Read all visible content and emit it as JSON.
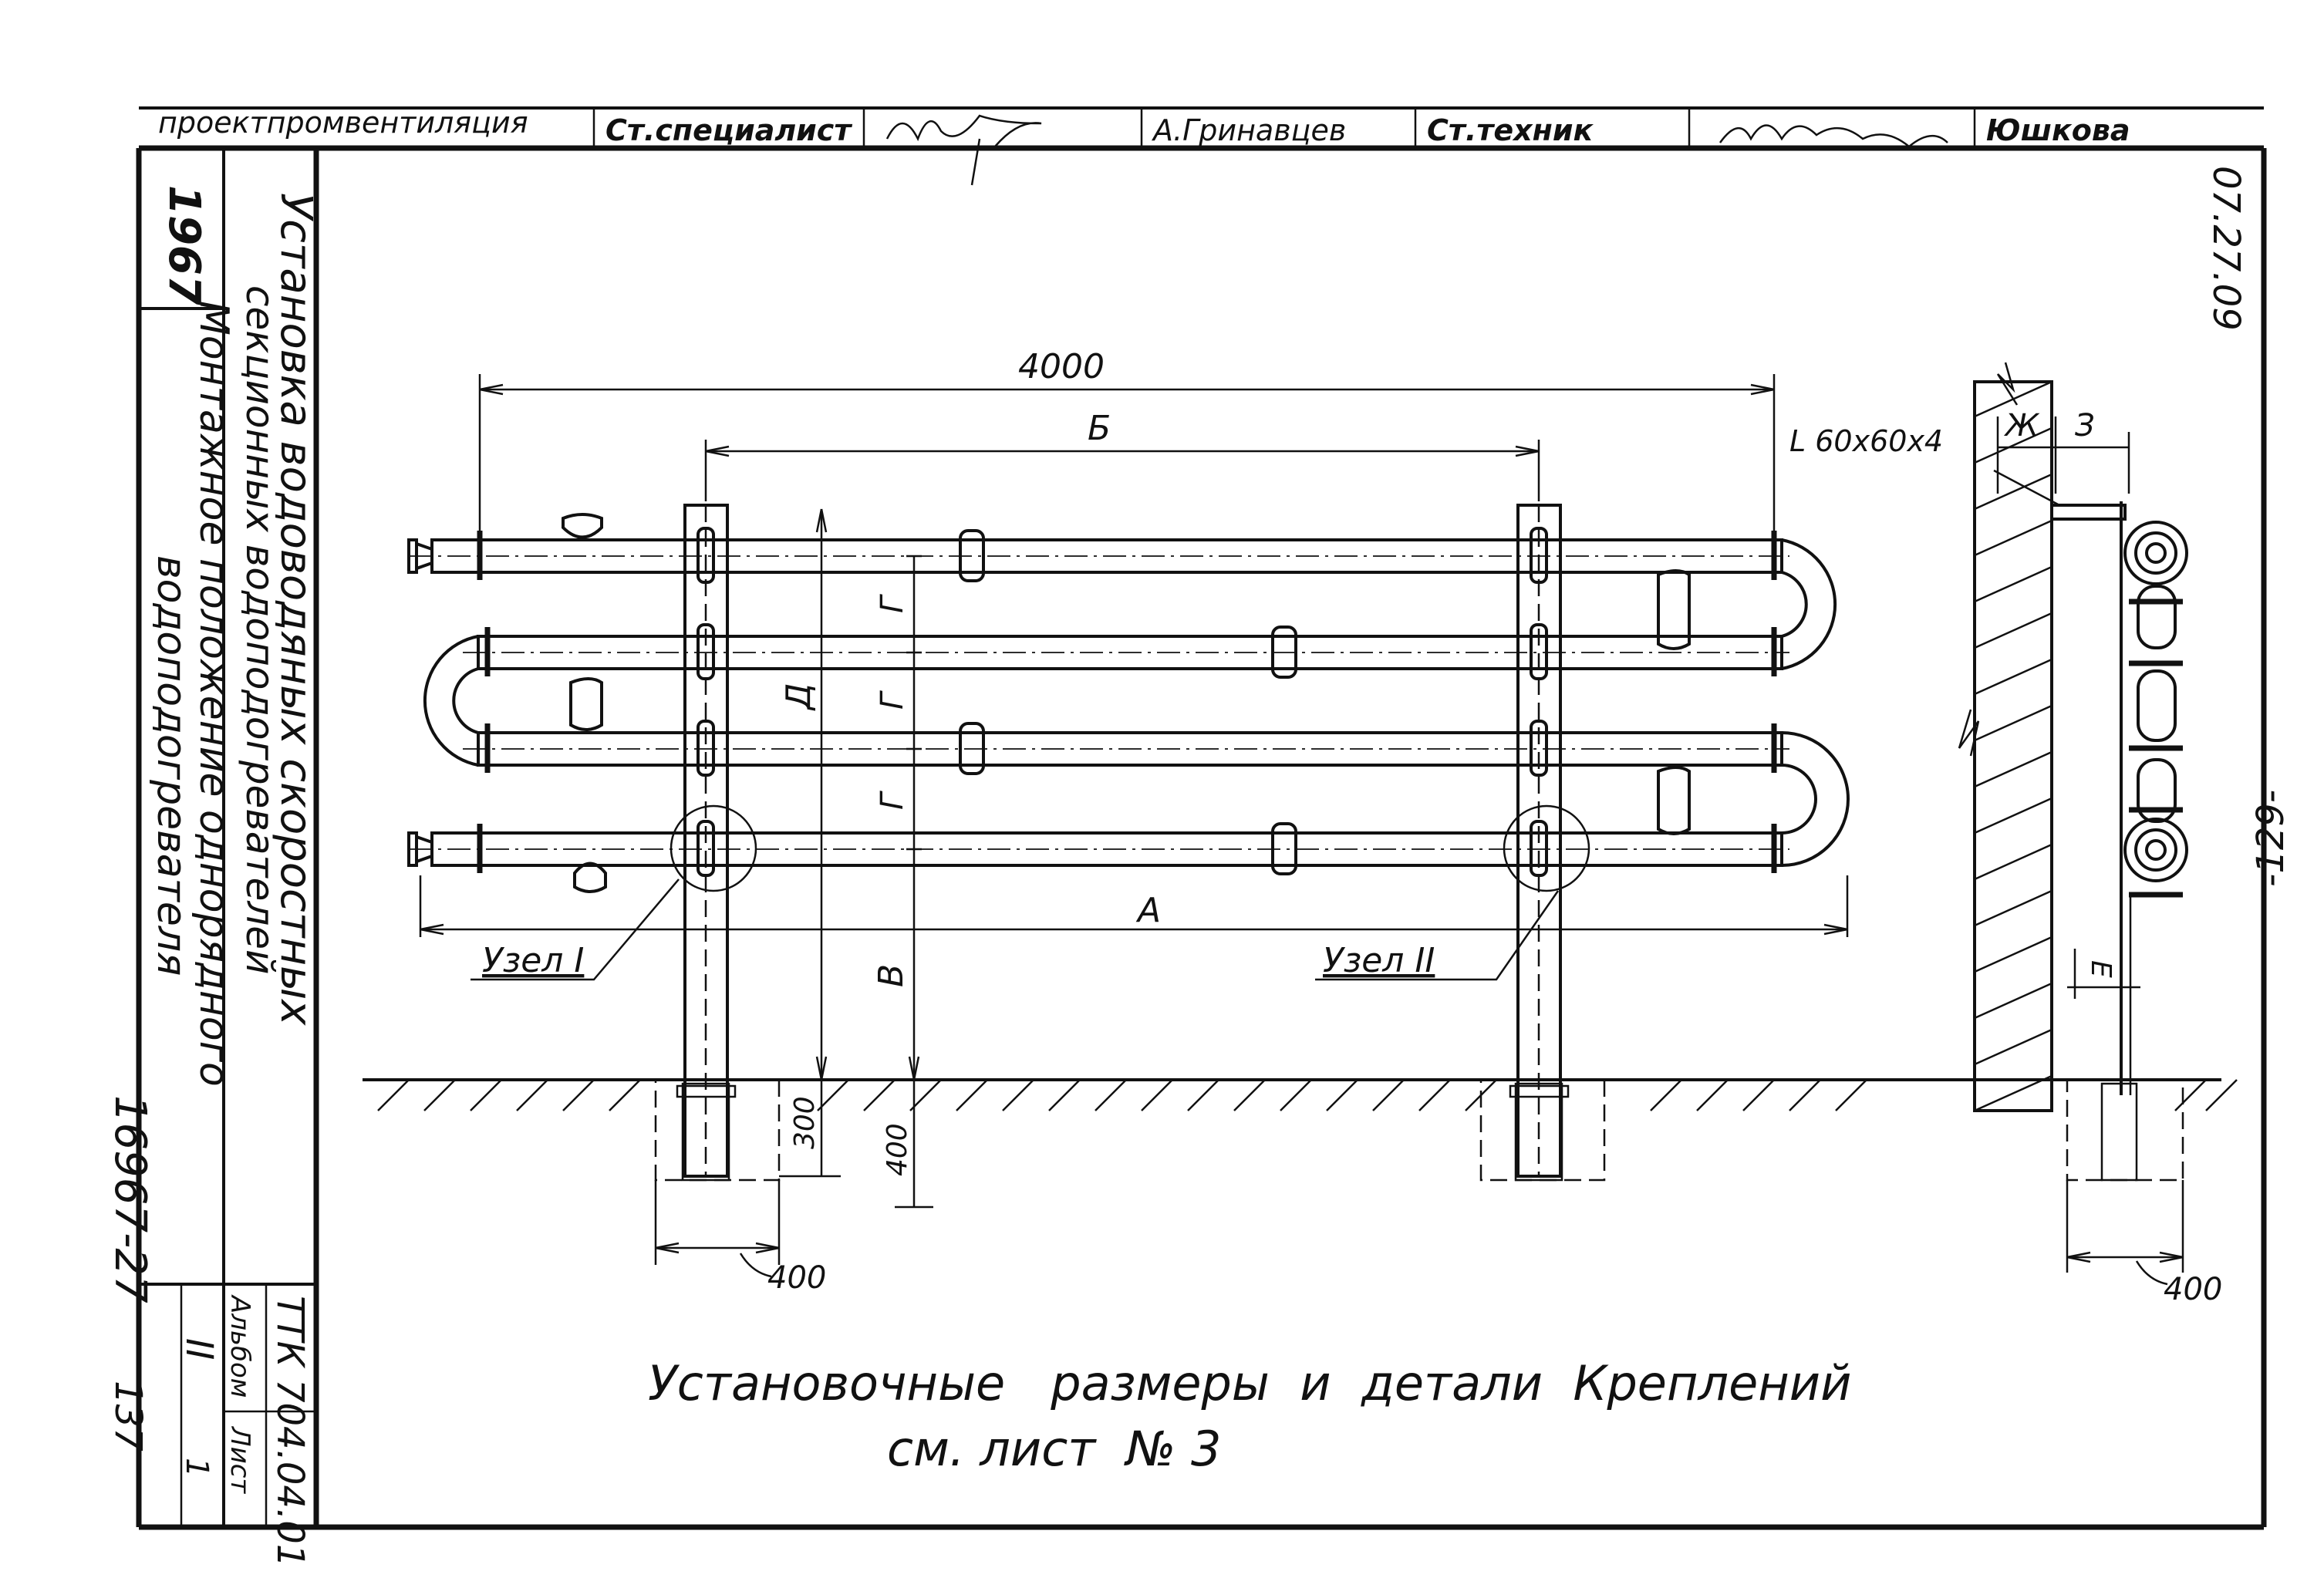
{
  "title_block": {
    "org": "проектпромвентиляция",
    "role_1": "Ст.специалист",
    "name_1": "А.Гринавцев",
    "role_2": "Ст.техник",
    "name_2": "Юшкова",
    "year": "1967",
    "sheet_title_1": "Установка водоводяных скоростных",
    "sheet_title_2": "секционных водоподогревателей",
    "sheet_title_3": "Монтажное положение однорядного",
    "sheet_title_4": "водоподогревателя",
    "series": "ТТК 704.04.01",
    "album_label": "Альбом",
    "sheet_label": "Лист",
    "album_no": "II",
    "sheet_no": "1",
    "code": "16967-27",
    "page_no": "137",
    "date_code": "07.27.09",
    "page_mark": "-129-"
  },
  "dimensions": {
    "overall": "4000",
    "b": "Б",
    "a": "А",
    "g1": "Г",
    "g2": "Г",
    "g3": "Г",
    "d": "Д",
    "v": "В",
    "h300": "300",
    "h400": "400",
    "w400_left": "400",
    "w400_right": "400",
    "angle": "L 60x60x4",
    "zh": "Ж",
    "z": "З",
    "e": "Е"
  },
  "callouts": {
    "node1": "Узел I",
    "node2": "Узел II"
  },
  "note": {
    "line1": "Установочные   размеры  и  детали  Креплений",
    "line2": "см. лист  № 3"
  }
}
